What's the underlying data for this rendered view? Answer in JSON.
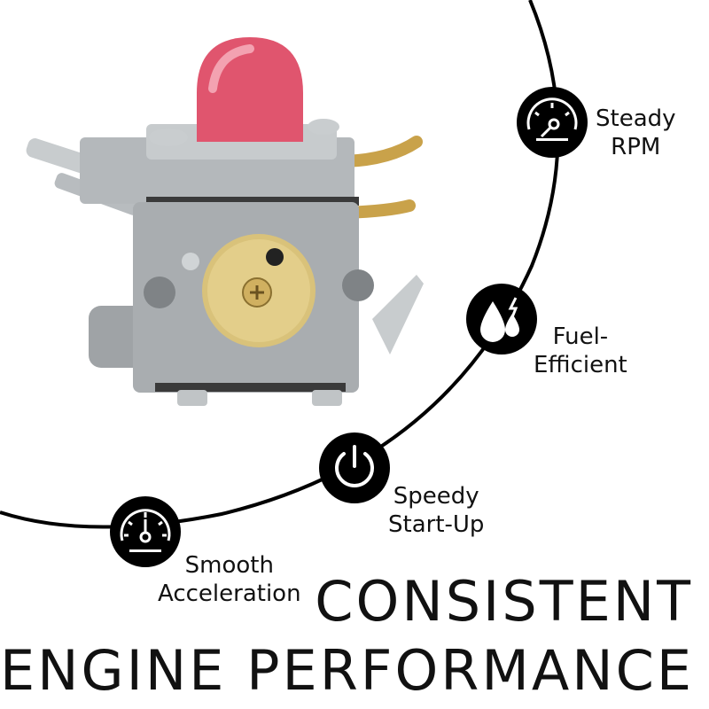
{
  "features": [
    {
      "icon": "tachometer-icon",
      "line1": "Steady",
      "line2": "RPM"
    },
    {
      "icon": "fuel-drops-icon",
      "line1": "Fuel-",
      "line2": "Efficient"
    },
    {
      "icon": "power-icon",
      "line1": "Speedy",
      "line2": "Start-Up"
    },
    {
      "icon": "speedometer-icon",
      "line1": "Smooth",
      "line2": "Acceleration"
    }
  ],
  "headline": {
    "line1": "CONSISTENT",
    "line2": "ENGINE PERFORMANCE"
  },
  "colors": {
    "arc": "#000000",
    "primer_bulb": "#e0556e",
    "body_metal": "#a9adb0",
    "brass": "#c9a24a"
  }
}
